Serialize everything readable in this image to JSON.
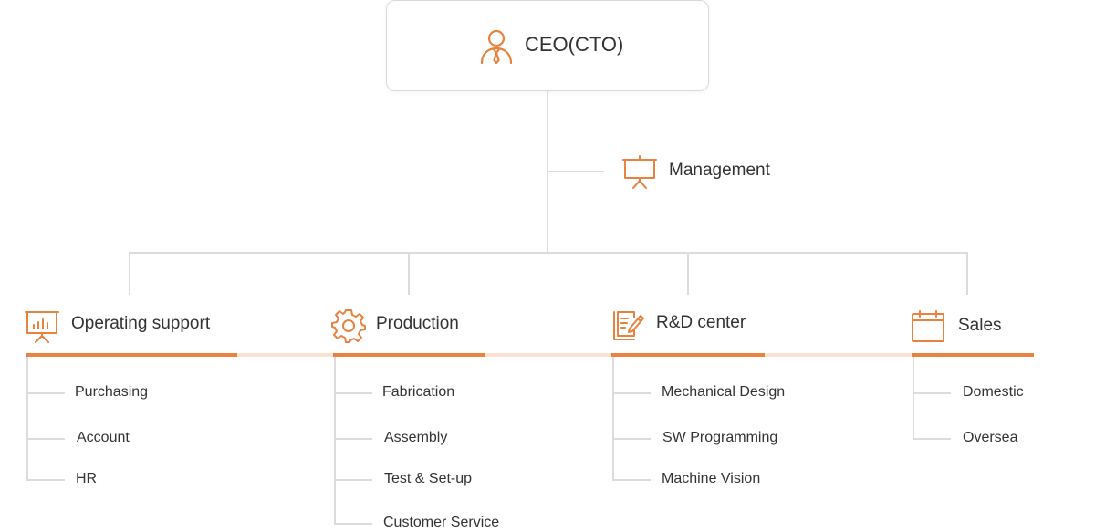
{
  "ceo": {
    "title": "CEO(CTO)",
    "icon": "person-tie-icon"
  },
  "management": {
    "label": "Management",
    "icon": "presentation-board-icon"
  },
  "departments": [
    {
      "label": "Operating support",
      "icon": "chart-board-icon",
      "items": [
        "Purchasing",
        "Account",
        "HR"
      ]
    },
    {
      "label": "Production",
      "icon": "gear-icon",
      "items": [
        "Fabrication",
        "Assembly",
        "Test & Set-up",
        "Customer Service"
      ]
    },
    {
      "label": "R&D center",
      "icon": "document-pen-icon",
      "items": [
        "Mechanical Design",
        "SW Programming",
        "Machine Vision"
      ]
    },
    {
      "label": "Sales",
      "icon": "calendar-icon",
      "items": [
        "Domestic",
        "Oversea"
      ]
    }
  ],
  "colors": {
    "accent": "#e8823f",
    "accent_light": "#fbe1d2",
    "line": "#dcdcdc",
    "text": "#333333"
  }
}
